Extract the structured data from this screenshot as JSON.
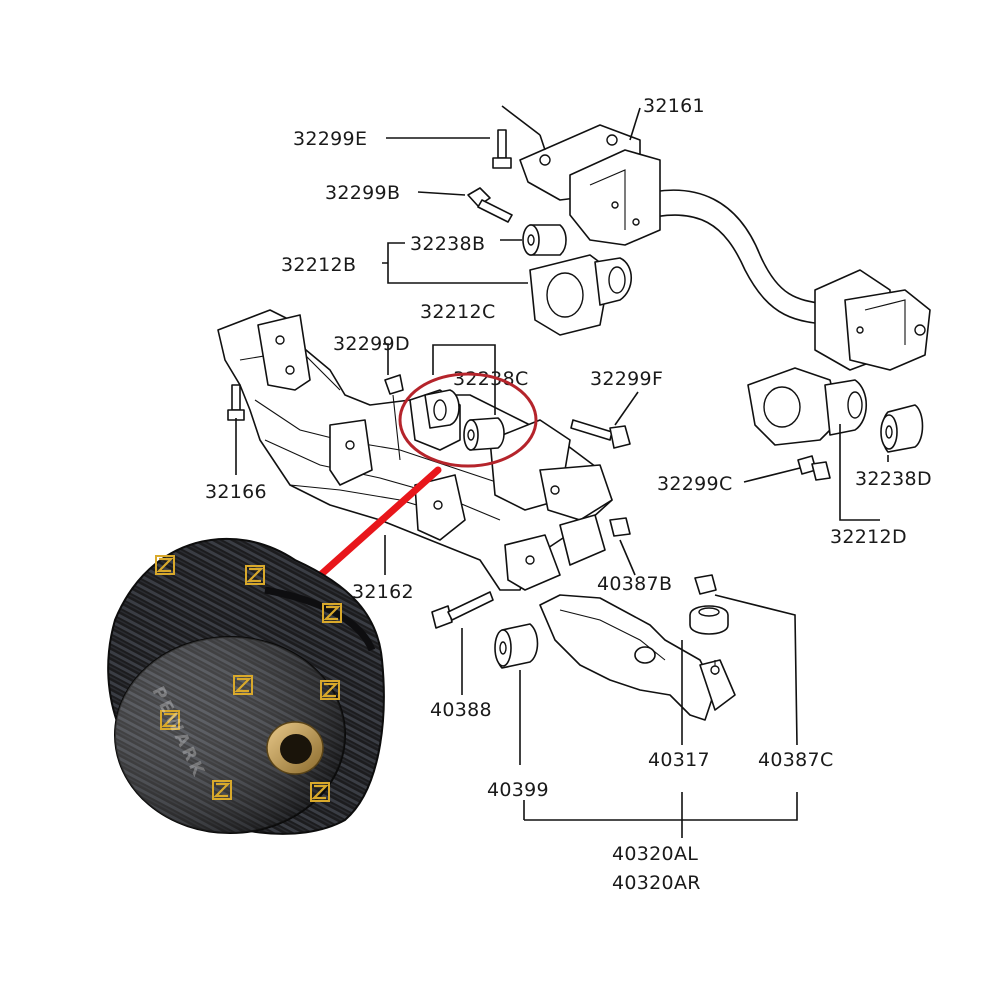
{
  "diagram": {
    "part_numbers": {
      "p32161": "32161",
      "p32299E": "32299E",
      "p32299B": "32299B",
      "p32238B": "32238B",
      "p32212B": "32212B",
      "p32212C": "32212C",
      "p32299D": "32299D",
      "p32238C": "32238C",
      "p32299F": "32299F",
      "p32166": "32166",
      "p32299C": "32299C",
      "p32238D": "32238D",
      "p32212D": "32212D",
      "p32162": "32162",
      "p40387B": "40387B",
      "p40388": "40388",
      "p40317": "40317",
      "p40387C": "40387C",
      "p40399": "40399",
      "p40320AL": "40320AL",
      "p40320AR": "40320AR"
    },
    "colors": {
      "highlight": "#b5242b",
      "pointer": "#e8161b",
      "bushing": "#1c1c1e",
      "bushing_weave": "#3a3d44",
      "logo_gold": "#d9a92b",
      "sleeve": "#c8a25a"
    },
    "watermark": "PEWARK"
  }
}
